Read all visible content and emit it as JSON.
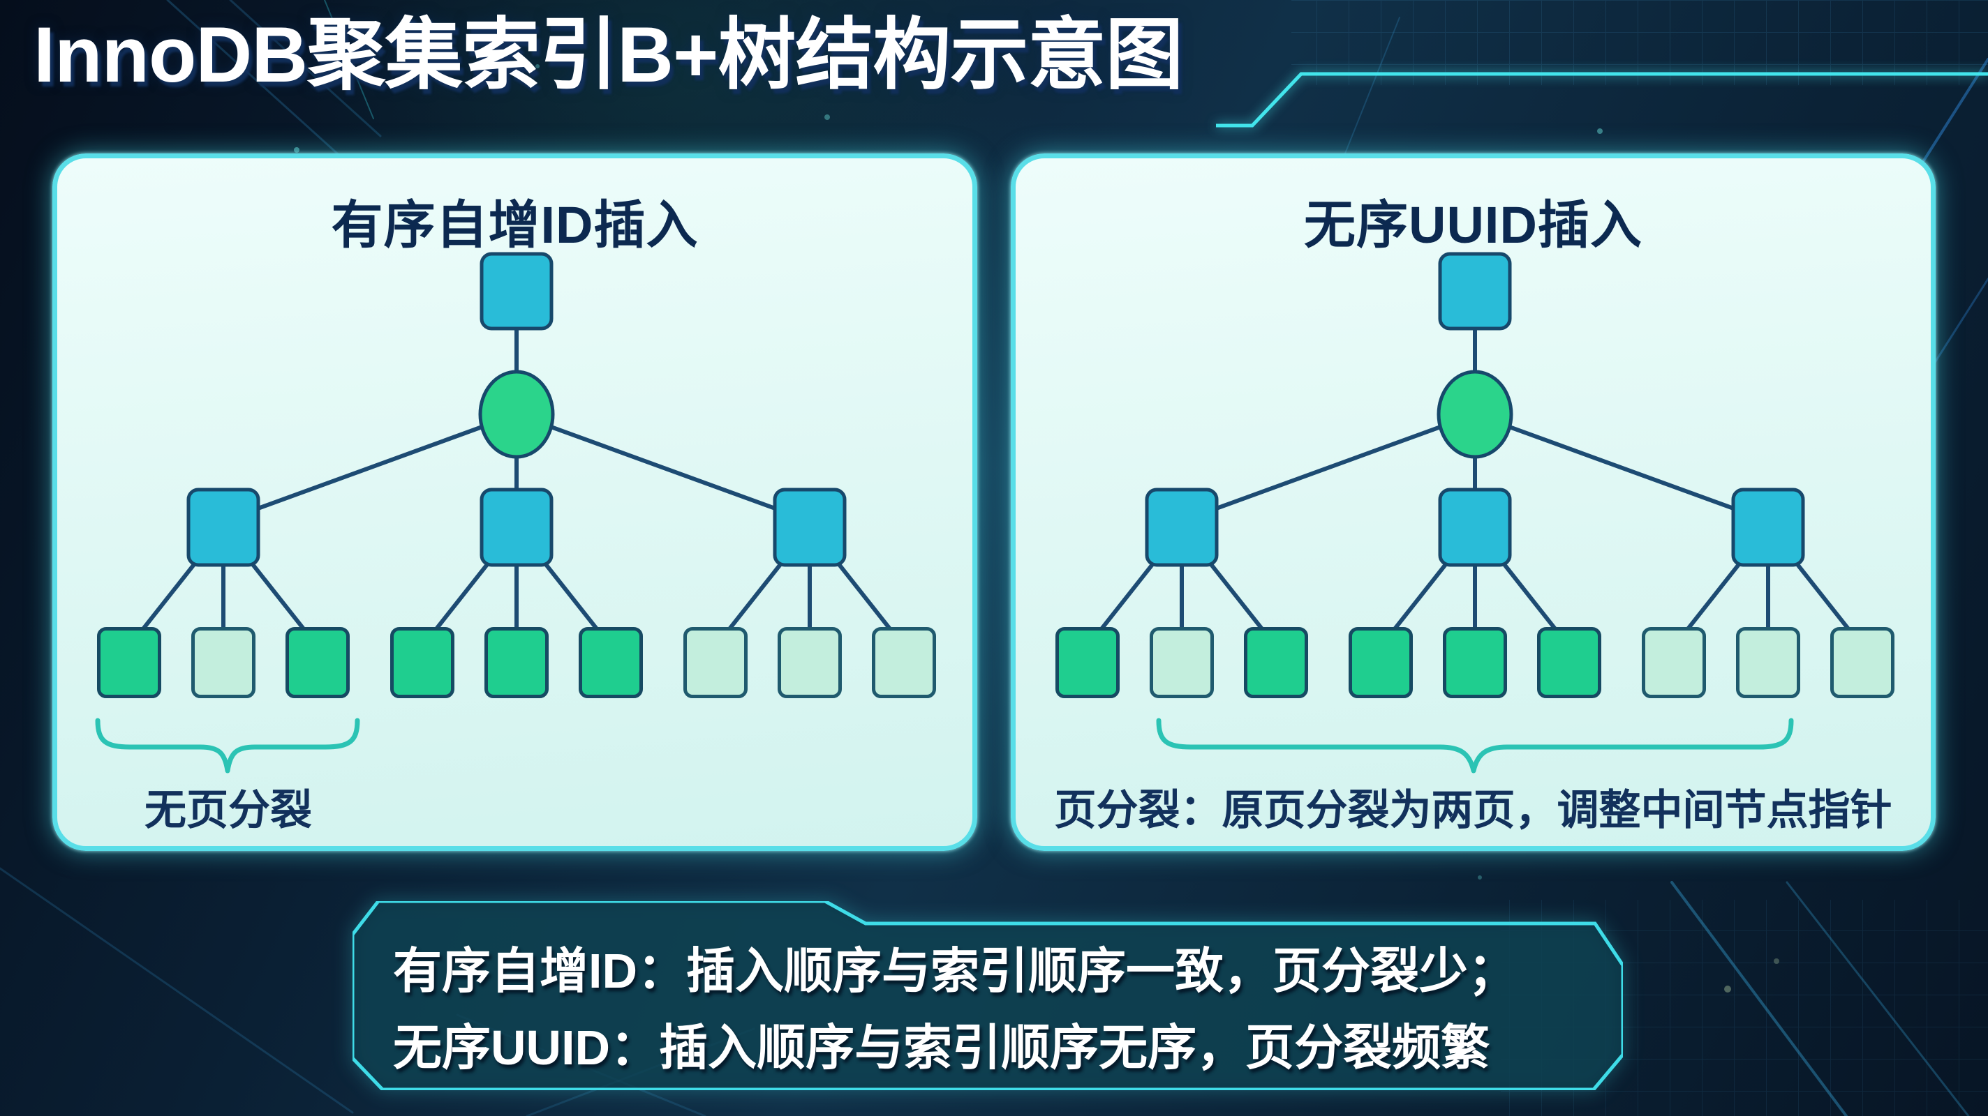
{
  "page": {
    "title": "InnoDB聚集索引B+树结构示意图"
  },
  "panels": [
    {
      "title": "有序自增ID插入",
      "caption": "无页分裂",
      "leaves": [
        "green",
        "pale",
        "green",
        "green",
        "green",
        "green",
        "pale",
        "pale",
        "pale"
      ]
    },
    {
      "title": "无序UUID插入",
      "caption": "页分裂：原页分裂为两页，调整中间节点指针",
      "leaves": [
        "green",
        "pale",
        "green",
        "green",
        "green",
        "green",
        "pale",
        "pale",
        "pale"
      ]
    }
  ],
  "summary": {
    "lines": [
      "有序自增ID：插入顺序与索引顺序一致，页分裂少；",
      "无序UUID：插入顺序与索引顺序无序，页分裂频繁"
    ]
  },
  "colors": {
    "node_cyan": "#29bcd8",
    "node_green": "#2bd48b",
    "leaf_green": "#1fce8f",
    "leaf_pale": "#c3eedd",
    "edge_navy": "#1d4b73",
    "bracket_teal": "#2bc3b4",
    "panel_border": "#59dee8",
    "accent_cyan": "#43e5ec",
    "panel_background": "#e4faf6",
    "background_navy": "#0a1f33",
    "title_color": "#ffffff",
    "panel_title_color": "#0c2950"
  }
}
